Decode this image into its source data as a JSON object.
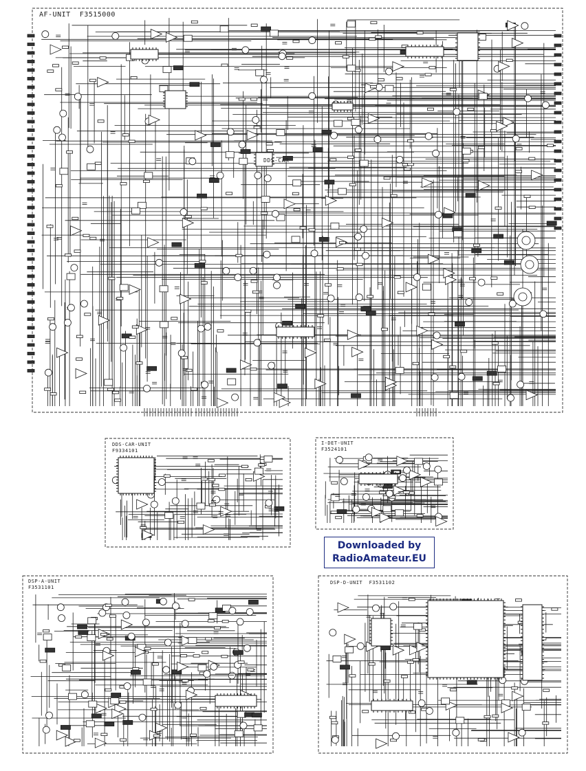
{
  "colors": {
    "ink": "#1a1a1a",
    "banner": "#1b2a80"
  },
  "units": {
    "af": {
      "name": "AF-UNIT",
      "part": "F3515000"
    },
    "dds_car": {
      "name": "DDS-CAR-UNIT",
      "part": "F9334101"
    },
    "i_det": {
      "name": "I-DET-UNIT",
      "part": "F3524101"
    },
    "dsp_a": {
      "name": "DSP-A-UNIT",
      "part": "F3531101"
    },
    "dsp_d": {
      "name": "DSP-D-UNIT",
      "part": "F3531102"
    },
    "dds_car_block": "DDS-CAR"
  },
  "banner": {
    "line1": "Downloaded by",
    "line2": "RadioAmateur.EU"
  }
}
